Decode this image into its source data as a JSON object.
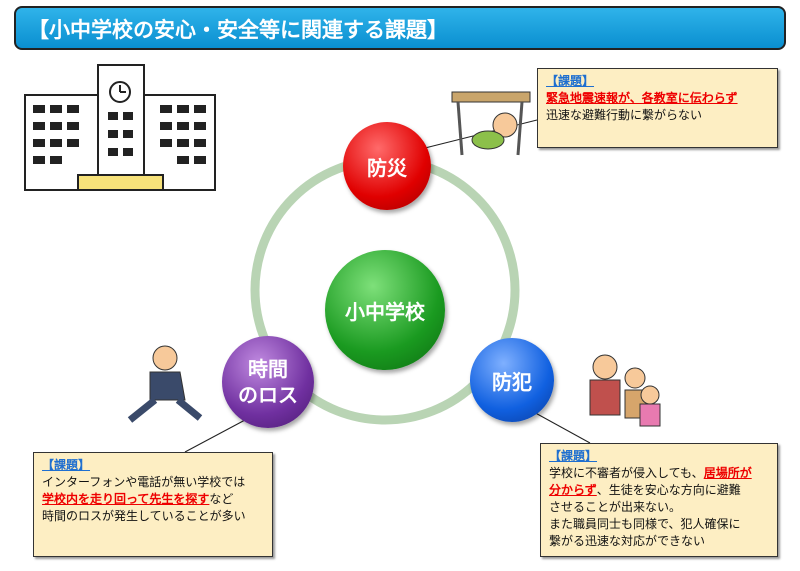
{
  "title": "【小中学校の安心・安全等に関連する課題】",
  "center": "小中学校",
  "nodes": {
    "disaster": "防災",
    "crime": "防犯",
    "time_loss_1": "時間",
    "time_loss_2": "のロス"
  },
  "boxes": {
    "disaster": {
      "label": "【課題】",
      "red": "緊急地震速報が、各教室に伝わらず",
      "text": "迅速な避難行動に繋がらない"
    },
    "crime": {
      "label": "【課題】",
      "t1": "学校に不審者が侵入しても、",
      "red1": "居場所が",
      "red2": "分からず",
      "t2": "、生徒を安心な方向に避難",
      "t3": "させることが出来ない。",
      "t4": "また職員同士も同様で、犯人確保に",
      "t5": "繋がる迅速な対応ができない"
    },
    "time": {
      "label": "【課題】",
      "t1": "インターフォンや電話が無い学校では",
      "red": "学校内を走り回って先生を探す",
      "t2": "など",
      "t3": "時間のロスが発生していることが多い"
    }
  },
  "colors": {
    "disaster": "#e00000",
    "crime": "#1060e0",
    "time": "#7030a0",
    "center": "#1a9a20",
    "ring": "#b9d4b4"
  }
}
